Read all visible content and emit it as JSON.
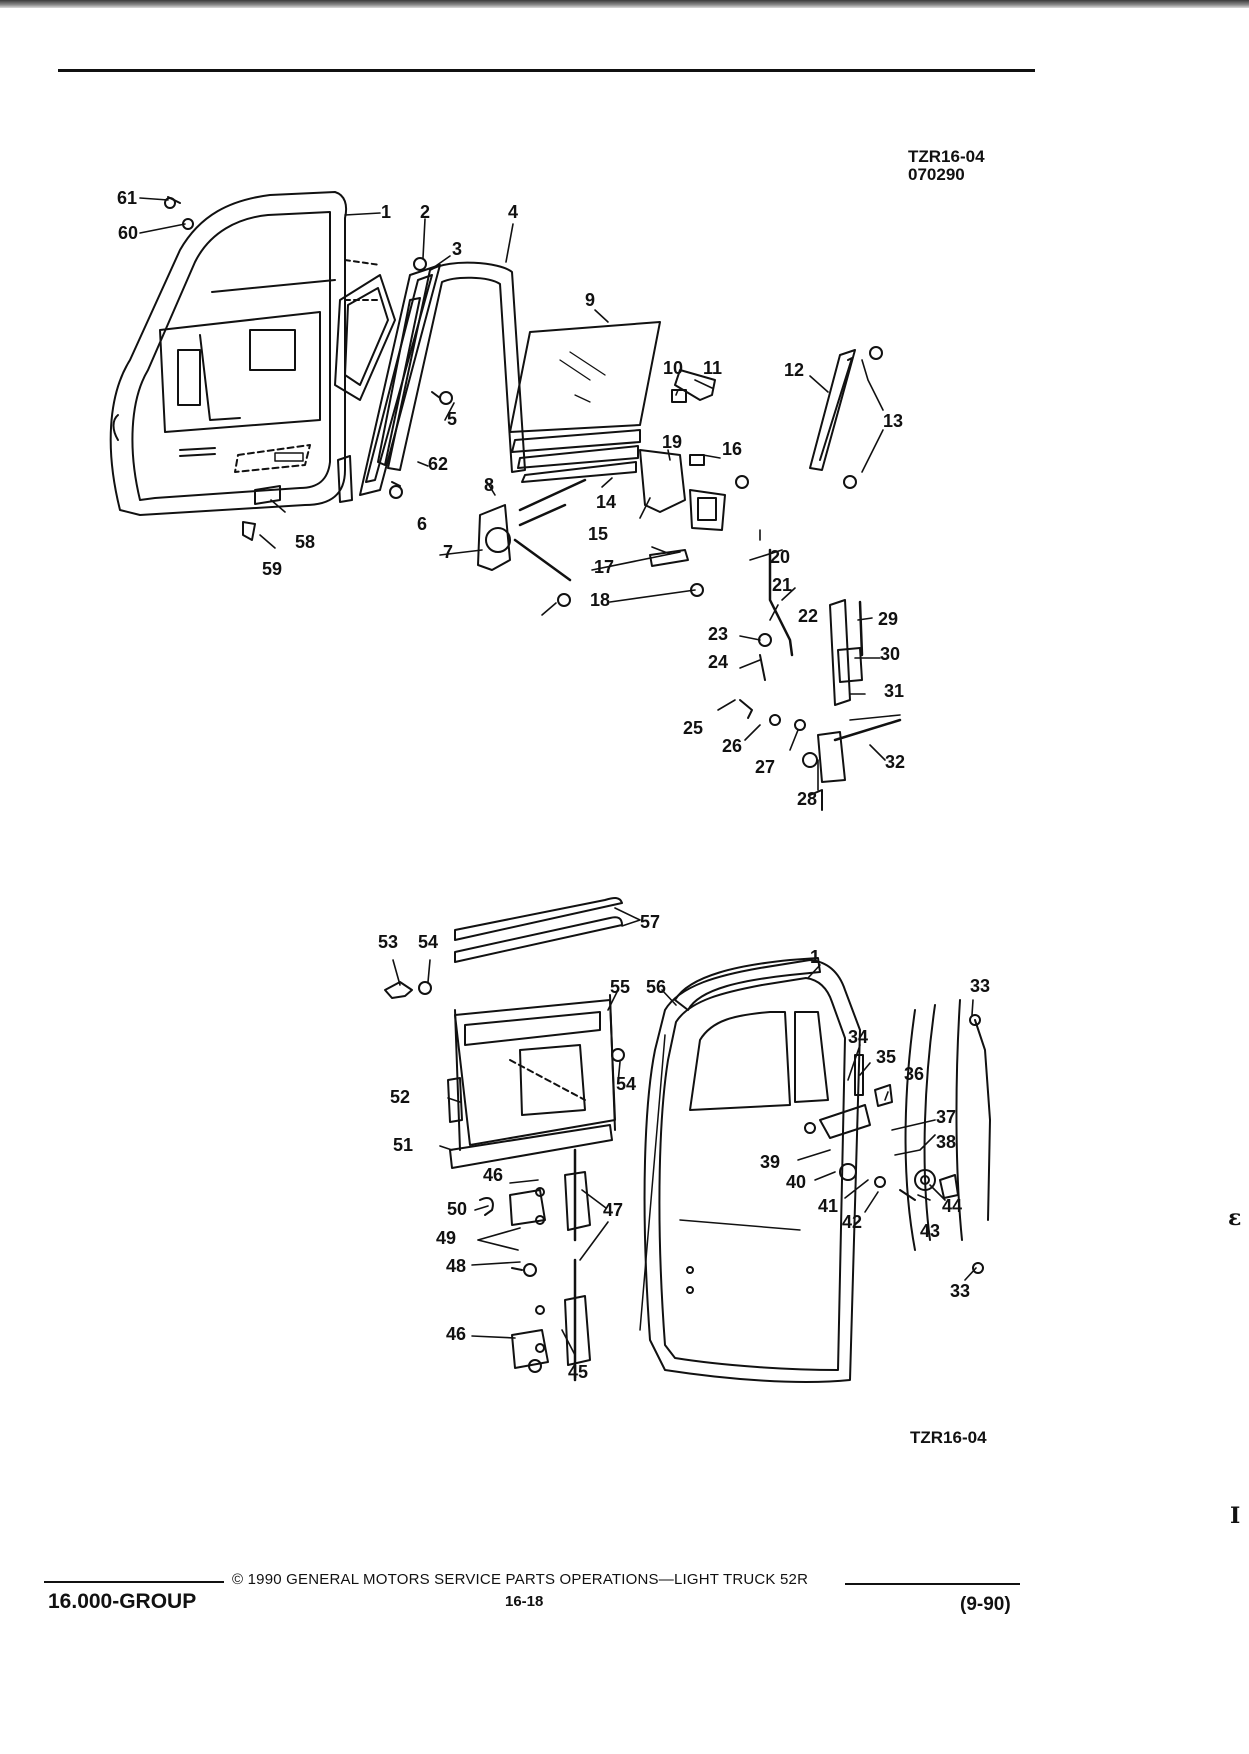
{
  "header": {
    "ref_code": "TZR16-04",
    "date_code": "070290"
  },
  "upper_callouts": [
    "61",
    "60",
    "1",
    "2",
    "3",
    "4",
    "5",
    "6",
    "62",
    "8",
    "9",
    "10",
    "11",
    "12",
    "13",
    "14",
    "15",
    "16",
    "19",
    "58",
    "59",
    "7",
    "17",
    "18",
    "20",
    "21",
    "22",
    "23",
    "24",
    "25",
    "26",
    "27",
    "28",
    "29",
    "30",
    "31",
    "32"
  ],
  "lower_callouts": [
    "57",
    "53",
    "54",
    "55",
    "56",
    "1",
    "33",
    "34",
    "35",
    "36",
    "37",
    "38",
    "39",
    "40",
    "41",
    "42",
    "43",
    "44",
    "52",
    "51",
    "54",
    "46",
    "50",
    "49",
    "48",
    "47",
    "45"
  ],
  "footer": {
    "figure_code": "TZR16-04",
    "copyright": "© 1990 GENERAL MOTORS SERVICE PARTS OPERATIONS—LIGHT TRUCK 52R",
    "group": "16.000-GROUP",
    "page": "16-18",
    "revision": "(9-90)"
  },
  "edge_marks": [
    "ε",
    "I"
  ],
  "colors": {
    "ink": "#111111",
    "paper": "#ffffff"
  }
}
